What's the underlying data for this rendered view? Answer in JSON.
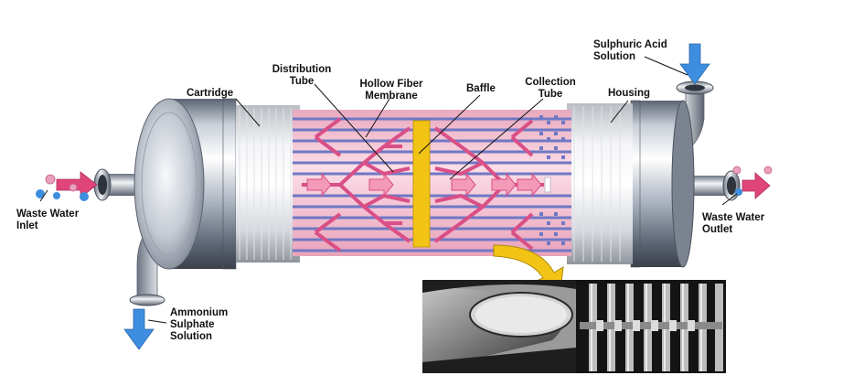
{
  "labels": {
    "cartridge": "Cartridge",
    "distribution_tube": [
      "Distribution",
      "Tube"
    ],
    "hollow_fiber_membrane": [
      "Hollow Fiber",
      "Membrane"
    ],
    "baffle": "Baffle",
    "collection_tube": [
      "Collection",
      "Tube"
    ],
    "housing": "Housing",
    "sulphuric_acid": [
      "Sulphuric Acid",
      "Solution"
    ],
    "waste_water_inlet": [
      "Waste Water",
      "Inlet"
    ],
    "waste_water_outlet": [
      "Waste Water",
      "Outlet"
    ],
    "ammonium_sulphate": [
      "Ammonium",
      "Sulphate",
      "Solution"
    ]
  },
  "colors": {
    "flow_arrow": "#e0457a",
    "solution_arrow": "#3e8ee0",
    "baffle": "#f2c416",
    "membrane": "#f4b9cc",
    "fiber_blue": "#6f78c4",
    "zoom_arrow": "#f2c416"
  }
}
